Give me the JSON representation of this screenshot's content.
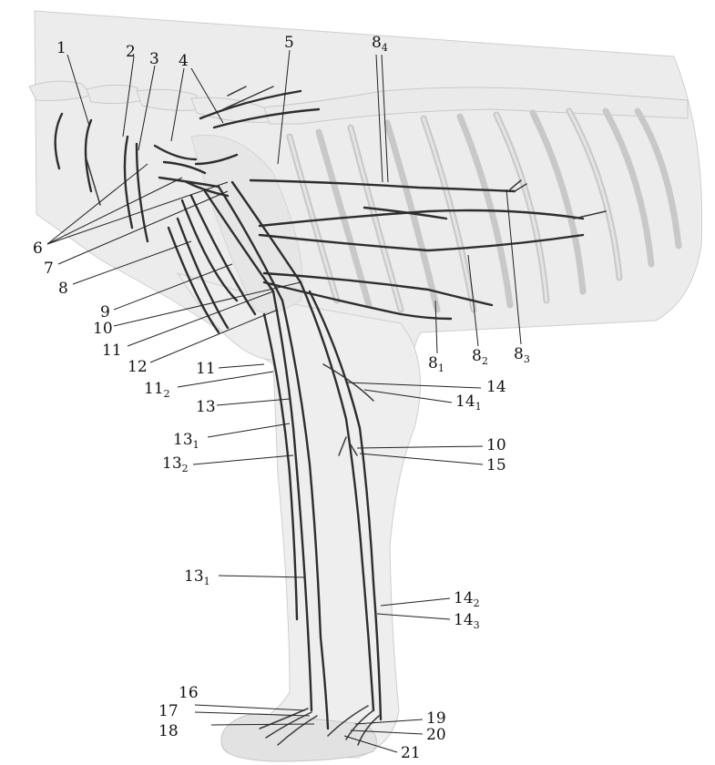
{
  "figure": {
    "labels": [
      {
        "id": "1",
        "text": "1",
        "sub": ""
      },
      {
        "id": "2",
        "text": "2",
        "sub": ""
      },
      {
        "id": "3",
        "text": "3",
        "sub": ""
      },
      {
        "id": "4",
        "text": "4",
        "sub": ""
      },
      {
        "id": "5",
        "text": "5",
        "sub": ""
      },
      {
        "id": "8_4",
        "text": "8",
        "sub": "4"
      },
      {
        "id": "6",
        "text": "6",
        "sub": ""
      },
      {
        "id": "7",
        "text": "7",
        "sub": ""
      },
      {
        "id": "8",
        "text": "8",
        "sub": ""
      },
      {
        "id": "9",
        "text": "9",
        "sub": ""
      },
      {
        "id": "10_a",
        "text": "10",
        "sub": ""
      },
      {
        "id": "11_a",
        "text": "11",
        "sub": ""
      },
      {
        "id": "12",
        "text": "12",
        "sub": ""
      },
      {
        "id": "11_b",
        "text": "11",
        "sub": ""
      },
      {
        "id": "11_2",
        "text": "11",
        "sub": "2"
      },
      {
        "id": "13",
        "text": "13",
        "sub": ""
      },
      {
        "id": "13_1a",
        "text": "13",
        "sub": "1"
      },
      {
        "id": "13_2",
        "text": "13",
        "sub": "2"
      },
      {
        "id": "13_1b",
        "text": "13",
        "sub": "1"
      },
      {
        "id": "16",
        "text": "16",
        "sub": ""
      },
      {
        "id": "17",
        "text": "17",
        "sub": ""
      },
      {
        "id": "18",
        "text": "18",
        "sub": ""
      },
      {
        "id": "8_1",
        "text": "8",
        "sub": "1"
      },
      {
        "id": "8_2",
        "text": "8",
        "sub": "2"
      },
      {
        "id": "8_3",
        "text": "8",
        "sub": "3"
      },
      {
        "id": "14",
        "text": "14",
        "sub": ""
      },
      {
        "id": "14_1",
        "text": "14",
        "sub": "1"
      },
      {
        "id": "10_b",
        "text": "10",
        "sub": ""
      },
      {
        "id": "15",
        "text": "15",
        "sub": ""
      },
      {
        "id": "14_2",
        "text": "14",
        "sub": "2"
      },
      {
        "id": "14_3",
        "text": "14",
        "sub": "3"
      },
      {
        "id": "19",
        "text": "19",
        "sub": ""
      },
      {
        "id": "20",
        "text": "20",
        "sub": ""
      },
      {
        "id": "21",
        "text": "21",
        "sub": ""
      }
    ]
  }
}
